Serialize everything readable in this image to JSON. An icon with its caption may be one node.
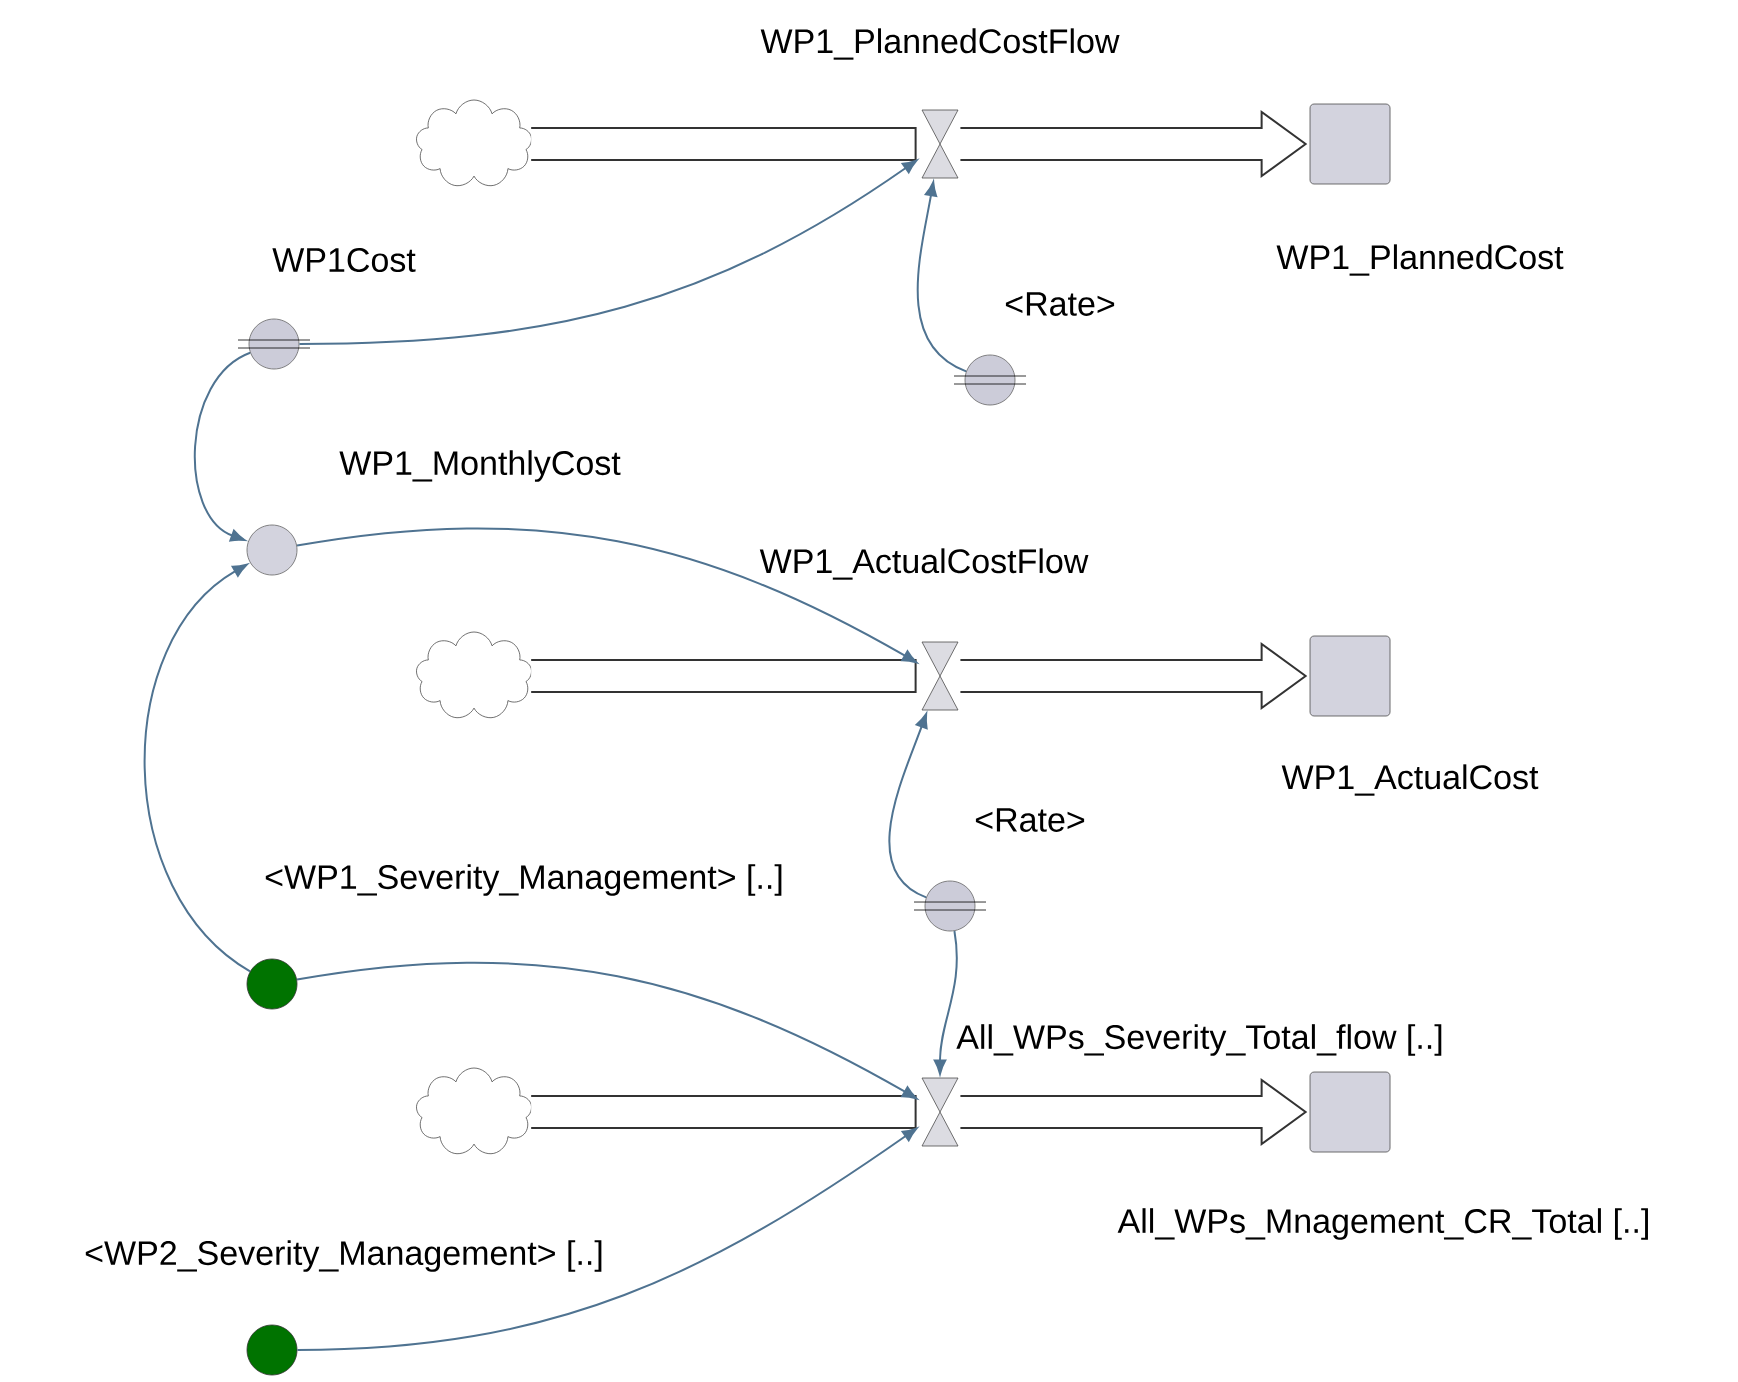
{
  "diagram": {
    "nodes": [
      {
        "text": [],
        "shape": "cloud"
      },
      {
        "text": [
          "WP1_PlannedCostFlow"
        ]
      },
      {
        "text": [
          "WP1_PlannedCost"
        ]
      },
      {
        "text": [
          "WP1Cost"
        ]
      },
      {
        "text": [
          "<Rate>"
        ]
      },
      {
        "text": [
          "WP1_MonthlyCost"
        ]
      },
      {
        "text": [],
        "shape": "cloud"
      },
      {
        "text": [
          "WP1_ActualCostFlow"
        ]
      },
      {
        "text": [
          "WP1_ActualCost"
        ]
      },
      {
        "text": [
          "<Rate>"
        ]
      },
      {
        "text": [
          "<WP1_Severity_Management> [..]"
        ]
      },
      {
        "text": [],
        "shape": "cloud"
      },
      {
        "text": [
          "All_WPs_Severity_Total_flow [..]"
        ]
      },
      {
        "text": [
          "All_WPs_Mnagement_CR_Total [..]"
        ]
      },
      {
        "text": [
          "<WP2_Severity_Management> [..]"
        ]
      }
    ],
    "edges": [
      {
        "from": 0,
        "to": 1,
        "arrow": "none",
        "style": "thick",
        "color": "#333333"
      },
      {
        "from": 1,
        "to": 2,
        "arrow": "to",
        "style": "thick",
        "color": "#333333"
      },
      {
        "from": 3,
        "to": 1,
        "arrow": "to"
      },
      {
        "from": 4,
        "to": 1,
        "arrow": "to"
      },
      {
        "from": 3,
        "to": 5,
        "arrow": "to"
      },
      {
        "from": 5,
        "to": 7,
        "arrow": "to"
      },
      {
        "from": 6,
        "to": 7,
        "arrow": "none",
        "style": "thick",
        "color": "#333333"
      },
      {
        "from": 7,
        "to": 8,
        "arrow": "to",
        "style": "thick",
        "color": "#333333"
      },
      {
        "from": 9,
        "to": 7,
        "arrow": "to"
      },
      {
        "from": 10,
        "to": 5,
        "arrow": "to"
      },
      {
        "from": 10,
        "to": 12,
        "arrow": "to"
      },
      {
        "from": 9,
        "to": 12,
        "arrow": "to"
      },
      {
        "from": 11,
        "to": 12,
        "arrow": "none",
        "style": "thick",
        "color": "#333333"
      },
      {
        "from": 12,
        "to": 13,
        "arrow": "to",
        "style": "thick",
        "color": "#333333"
      },
      {
        "from": 14,
        "to": 12,
        "arrow": "to"
      }
    ]
  }
}
